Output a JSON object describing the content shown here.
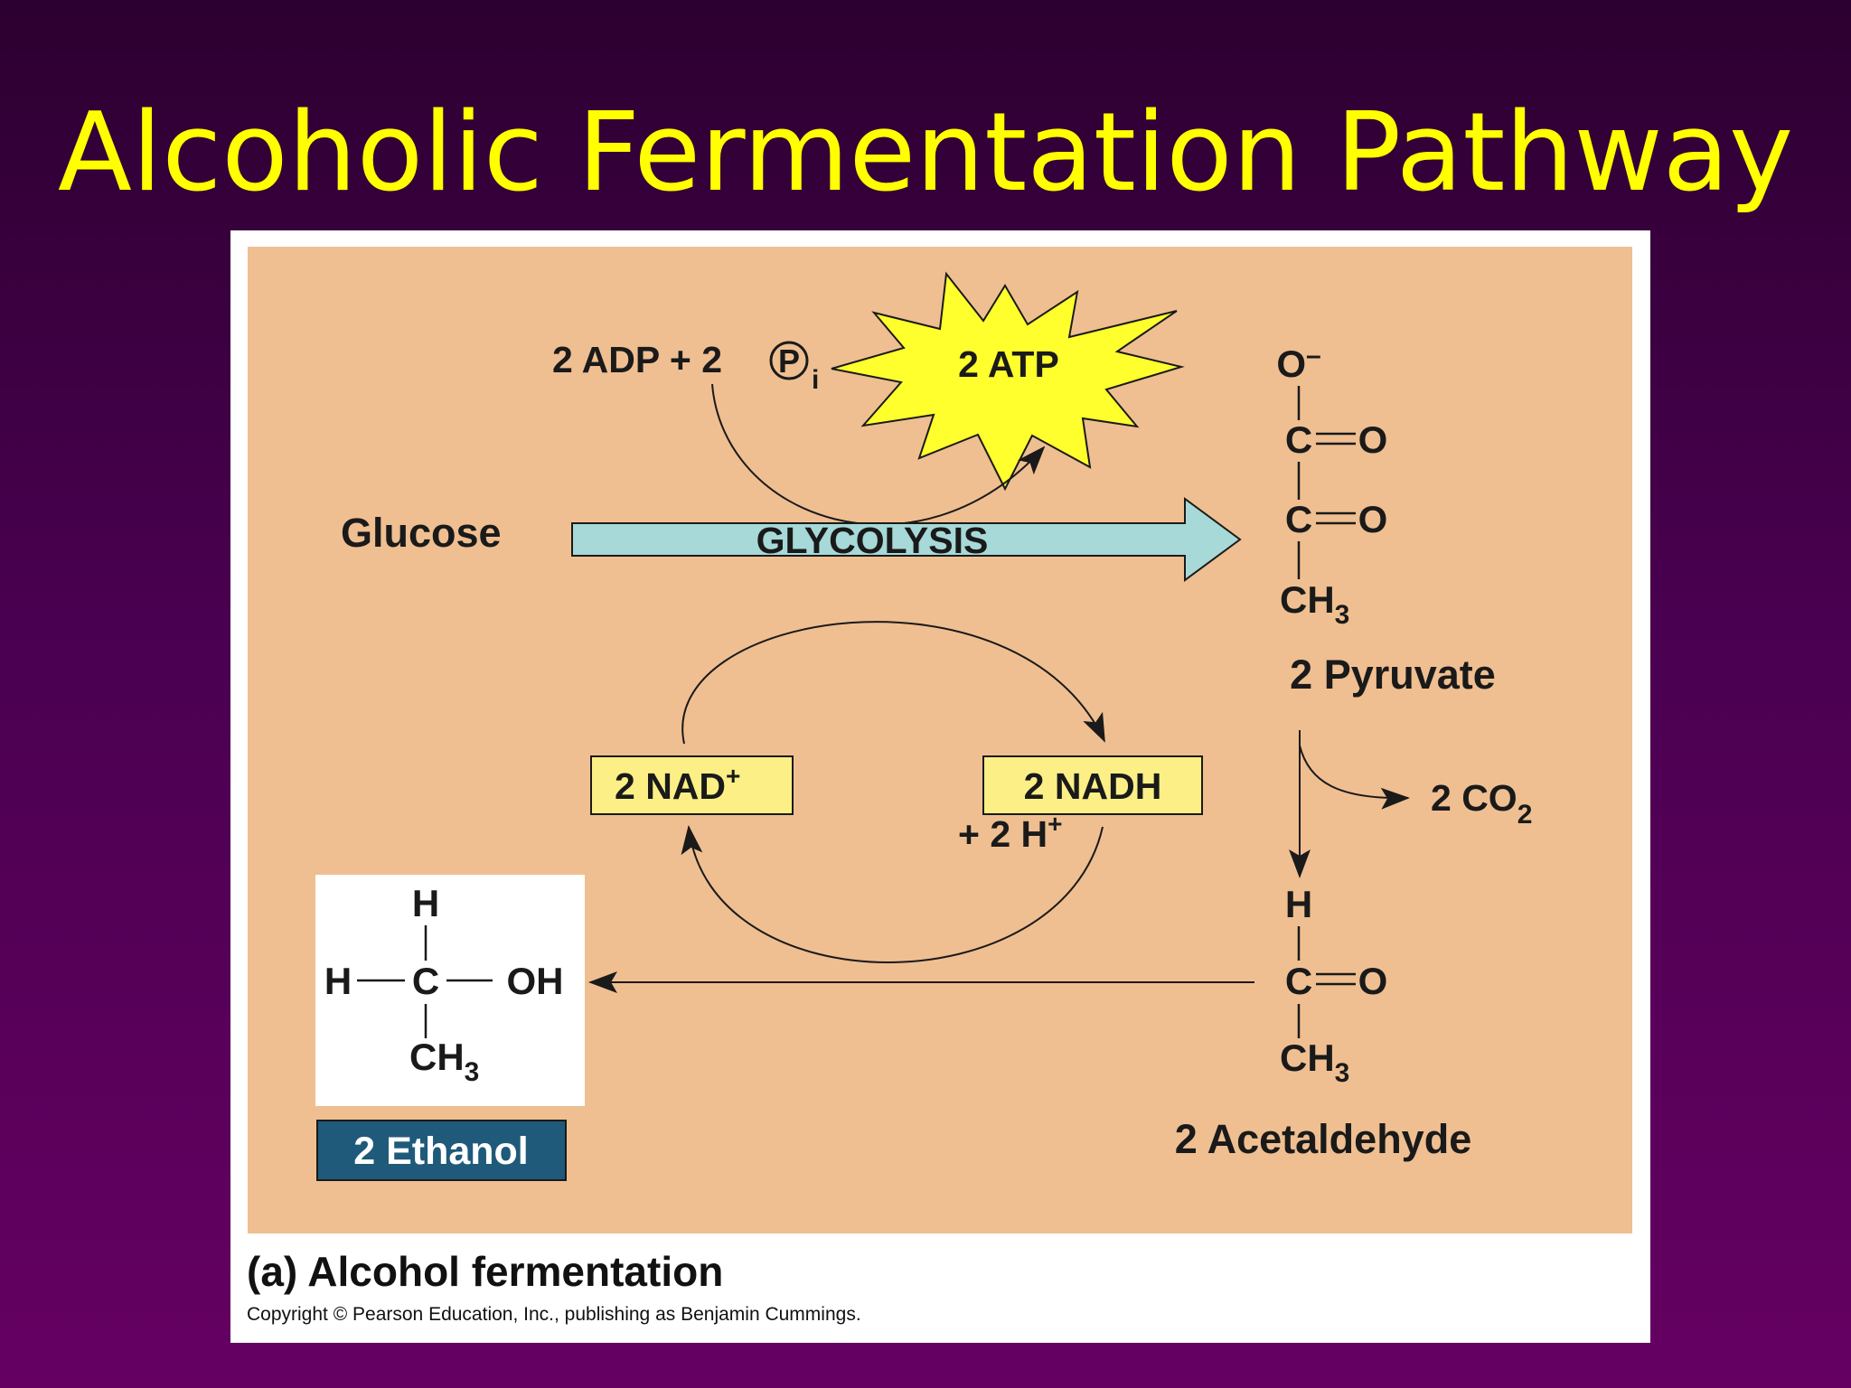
{
  "slide": {
    "title": "Alcoholic Fermentation Pathway",
    "title_color": "#ffff00"
  },
  "figure": {
    "reactants": {
      "adp": "2 ADP + 2",
      "pi_symbol": "P",
      "pi_subscript": "i"
    },
    "atp": "2 ATP",
    "glucose": "Glucose",
    "glycolysis": "GLYCOLYSIS",
    "nad_plus": {
      "text": "2 NAD",
      "sup": "+"
    },
    "nadh": "2 NADH",
    "h_plus": {
      "text": "+ 2 H",
      "sup": "+"
    },
    "pyruvate": {
      "label": "2 Pyruvate",
      "o_minus": "O",
      "o_minus_charge": "–",
      "c": "C",
      "o": "O",
      "ch": "CH",
      "sub3": "3"
    },
    "co2": {
      "text": "2 CO",
      "sub": "2"
    },
    "acetaldehyde": {
      "label": "2 Acetaldehyde",
      "h": "H",
      "c": "C",
      "o": "O",
      "ch": "CH",
      "sub3": "3"
    },
    "ethanol": {
      "label": "2 Ethanol",
      "h": "H",
      "c": "C",
      "oh": "OH",
      "ch": "CH",
      "sub3": "3"
    },
    "caption": "(a) Alcohol fermentation",
    "copyright": "Copyright © Pearson Education, Inc., publishing as Benjamin Cummings.",
    "colors": {
      "panel": "#efbf91",
      "glycolysis_arrow": "#a6d9d8",
      "atp_star": "#ffff2e",
      "cofactor_box": "#fbef86",
      "ethanol_box": "#1f5a7a"
    }
  }
}
